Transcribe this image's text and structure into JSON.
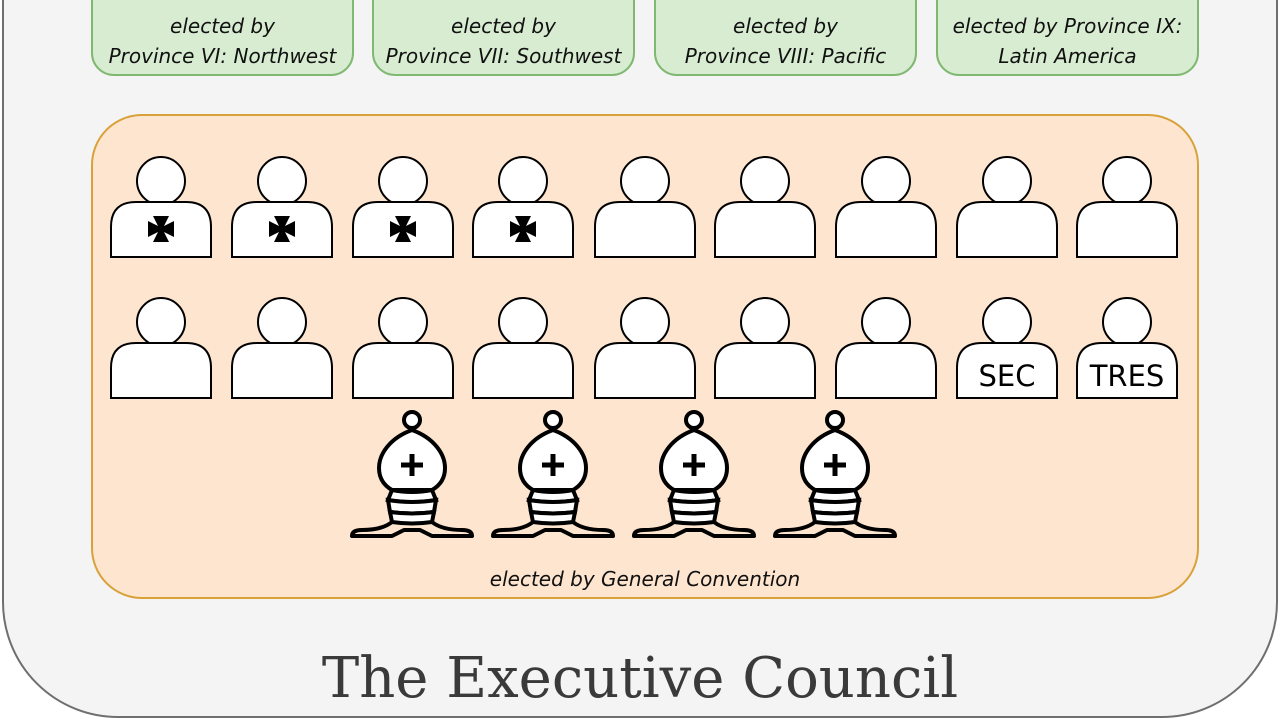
{
  "provinces": [
    {
      "line1": "elected by",
      "line2": "Province VI: Northwest"
    },
    {
      "line1": "elected by",
      "line2": "Province VII: Southwest"
    },
    {
      "line1": "elected by",
      "line2": "Province VIII: Pacific"
    },
    {
      "line1": "elected by Province IX:",
      "line2": "Latin America"
    }
  ],
  "convention": {
    "caption": "elected by General Convention",
    "row1": [
      {
        "kind": "cross"
      },
      {
        "kind": "cross"
      },
      {
        "kind": "cross"
      },
      {
        "kind": "cross"
      },
      {
        "kind": "plain"
      },
      {
        "kind": "plain"
      },
      {
        "kind": "plain"
      },
      {
        "kind": "plain"
      },
      {
        "kind": "plain"
      }
    ],
    "row2": [
      {
        "kind": "plain"
      },
      {
        "kind": "plain"
      },
      {
        "kind": "plain"
      },
      {
        "kind": "plain"
      },
      {
        "kind": "plain"
      },
      {
        "kind": "plain"
      },
      {
        "kind": "plain"
      },
      {
        "kind": "label",
        "label": "SEC"
      },
      {
        "kind": "label",
        "label": "TRES"
      }
    ],
    "bishop_count": 4
  },
  "title": "The Executive Council",
  "colors": {
    "outer_fill": "#f4f4f4",
    "outer_stroke": "#6f6f6f",
    "province_fill": "#d8ecd2",
    "province_stroke": "#7fb870",
    "convention_fill": "#fde5cf",
    "convention_stroke": "#d9a13a"
  }
}
